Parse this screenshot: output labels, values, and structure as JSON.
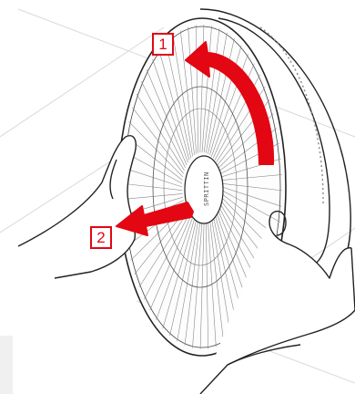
{
  "steps": [
    {
      "number": "1",
      "direction": "counter-clockwise-rotation"
    },
    {
      "number": "2",
      "direction": "pull-outward"
    }
  ],
  "hub_brand_text": "SPRITTIN",
  "colors": {
    "accent": "#e30613",
    "line": "#222222",
    "background": "#ffffff"
  },
  "icons": [
    "rotate-arrow",
    "pull-arrow",
    "hand"
  ]
}
